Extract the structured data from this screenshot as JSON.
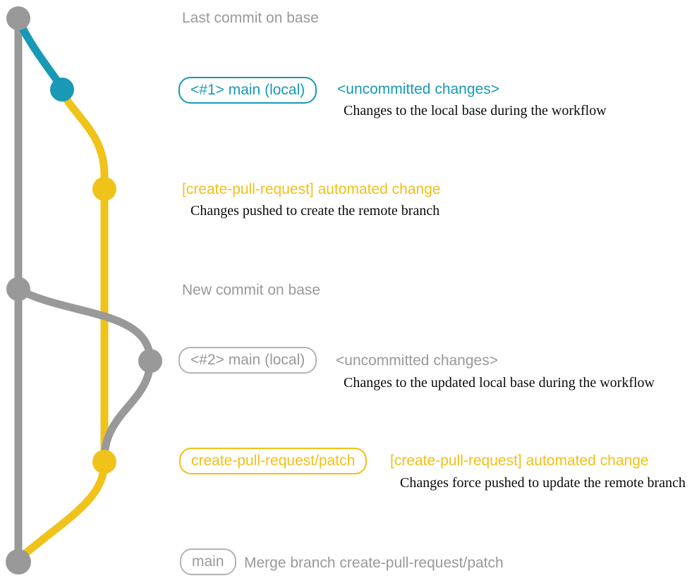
{
  "diagram_title": "create-pull-request workflow git graph",
  "colors": {
    "gray": "#999999",
    "teal": "#1899B5",
    "yellow": "#EFC319",
    "description_text": "#0a0a0a"
  },
  "annotations": {
    "last_commit": {
      "label": "Last commit on base"
    },
    "local_head_1": {
      "badge": "<#1> main (local)",
      "title": "<uncommitted changes>",
      "description": "Changes to the local base during the workflow"
    },
    "remote_commit_1": {
      "title": "[create-pull-request] automated change",
      "description": "Changes pushed to create the remote branch"
    },
    "new_commit": {
      "label": "New commit on base"
    },
    "local_head_2": {
      "badge": "<#2> main (local)",
      "title": "<uncommitted changes>",
      "description": "Changes to the updated local base during the workflow"
    },
    "remote_commit_2": {
      "badge": "create-pull-request/patch",
      "title": "[create-pull-request] automated change",
      "description": "Changes force pushed to update the remote branch"
    },
    "merge_commit": {
      "badge": "main",
      "title": "Merge branch create-pull-request/patch"
    }
  }
}
